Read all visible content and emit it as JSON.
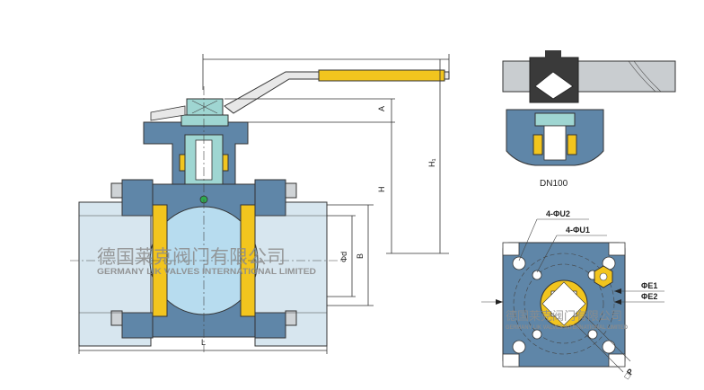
{
  "main_view": {
    "dims": {
      "A": "A",
      "H": "H",
      "H1": "H₁",
      "d": "Φd",
      "B": "B",
      "L": "L"
    }
  },
  "detail_dn100": {
    "caption": "DN100"
  },
  "flange_view": {
    "labels": {
      "U2": "4-ΦU2",
      "U1": "4-ΦU1",
      "E1": "ΦE1",
      "E2": "ΦE2",
      "P": "□P"
    }
  },
  "watermark": {
    "cn": "德国莱克阀门有限公司",
    "en": "GERMANY LIK VALVES INTERNATIONAL LIMITED"
  },
  "colors": {
    "body": "#5f86a8",
    "ball": "#b7dcef",
    "teal": "#9fd6d2",
    "yellow": "#f2c51e",
    "pipe": "#d7e6ef"
  }
}
